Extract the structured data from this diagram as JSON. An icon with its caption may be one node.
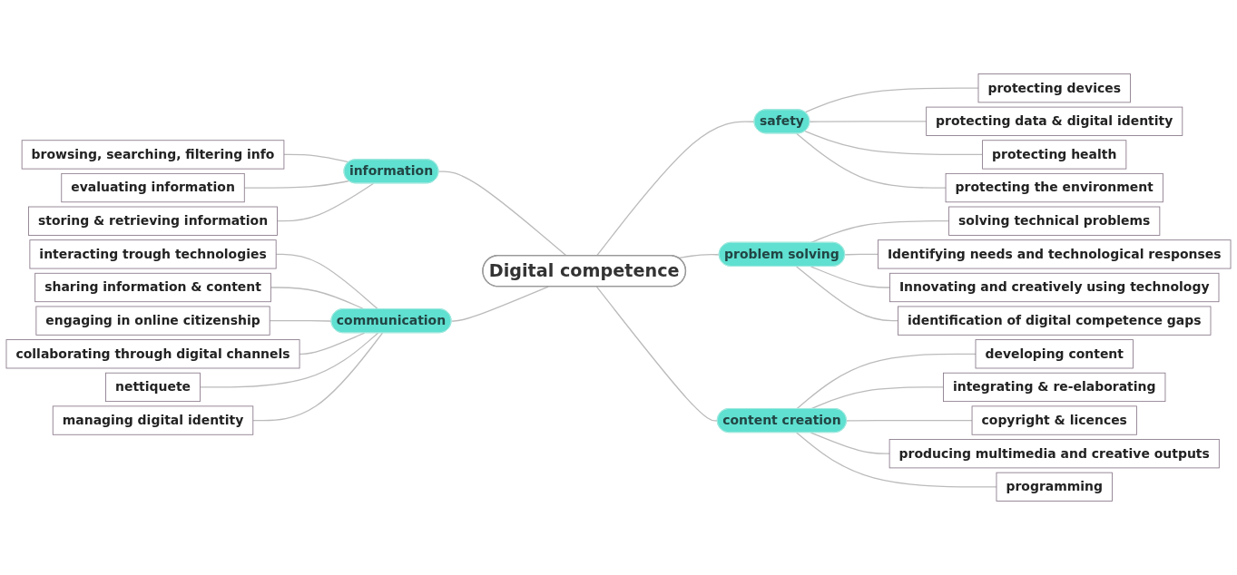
{
  "diagram": {
    "nodes": [
      {
        "text": [
          "Digital competence"
        ]
      },
      {
        "text": [
          "safety"
        ]
      },
      {
        "text": [
          "protecting devices"
        ]
      },
      {
        "text": [
          "protecting data & digital identity"
        ]
      },
      {
        "text": [
          "protecting health"
        ]
      },
      {
        "text": [
          "protecting the environment"
        ]
      },
      {
        "text": [
          "information"
        ]
      },
      {
        "text": [
          "browsing, searching, filtering info"
        ]
      },
      {
        "text": [
          "evaluating information"
        ]
      },
      {
        "text": [
          "storing & retrieving information"
        ]
      },
      {
        "text": [
          "problem solving"
        ]
      },
      {
        "text": [
          "solving technical problems"
        ]
      },
      {
        "text": [
          "Identifying needs and technological responses"
        ]
      },
      {
        "text": [
          "Innovating and creatively using technology"
        ]
      },
      {
        "text": [
          "identification of digital competence gaps"
        ]
      },
      {
        "text": [
          "communication"
        ]
      },
      {
        "text": [
          "interacting trough technologies"
        ]
      },
      {
        "text": [
          "sharing information & content"
        ]
      },
      {
        "text": [
          "engaging in online citizenship"
        ]
      },
      {
        "text": [
          "collaborating through digital channels"
        ]
      },
      {
        "text": [
          "nettiquete"
        ]
      },
      {
        "text": [
          "managing digital identity"
        ]
      },
      {
        "text": [
          "content creation"
        ]
      },
      {
        "text": [
          "developing content"
        ]
      },
      {
        "text": [
          "integrating & re-elaborating"
        ]
      },
      {
        "text": [
          "copyright & licences"
        ]
      },
      {
        "text": [
          "producing multimedia and creative outputs"
        ]
      },
      {
        "text": [
          "programming"
        ]
      }
    ],
    "edges": [
      {
        "from": 0,
        "to": 1,
        "arrow": "none"
      },
      {
        "from": 1,
        "to": 2,
        "arrow": "none"
      },
      {
        "from": 1,
        "to": 3,
        "arrow": "none"
      },
      {
        "from": 1,
        "to": 4,
        "arrow": "none"
      },
      {
        "from": 1,
        "to": 5,
        "arrow": "none"
      },
      {
        "from": 0,
        "to": 6,
        "arrow": "none"
      },
      {
        "from": 6,
        "to": 7,
        "arrow": "none"
      },
      {
        "from": 6,
        "to": 8,
        "arrow": "none"
      },
      {
        "from": 6,
        "to": 9,
        "arrow": "none"
      },
      {
        "from": 0,
        "to": 10,
        "arrow": "none"
      },
      {
        "from": 10,
        "to": 11,
        "arrow": "none"
      },
      {
        "from": 10,
        "to": 12,
        "arrow": "none"
      },
      {
        "from": 10,
        "to": 13,
        "arrow": "none"
      },
      {
        "from": 10,
        "to": 14,
        "arrow": "none"
      },
      {
        "from": 0,
        "to": 15,
        "arrow": "none"
      },
      {
        "from": 15,
        "to": 16,
        "arrow": "none"
      },
      {
        "from": 15,
        "to": 17,
        "arrow": "none"
      },
      {
        "from": 15,
        "to": 18,
        "arrow": "none"
      },
      {
        "from": 15,
        "to": 19,
        "arrow": "none"
      },
      {
        "from": 15,
        "to": 20,
        "arrow": "none"
      },
      {
        "from": 15,
        "to": 21,
        "arrow": "none"
      },
      {
        "from": 0,
        "to": 22,
        "arrow": "none"
      },
      {
        "from": 22,
        "to": 23,
        "arrow": "none"
      },
      {
        "from": 22,
        "to": 24,
        "arrow": "none"
      },
      {
        "from": 22,
        "to": 25,
        "arrow": "none"
      },
      {
        "from": 22,
        "to": 26,
        "arrow": "none"
      },
      {
        "from": 22,
        "to": 27,
        "arrow": "none"
      }
    ]
  }
}
